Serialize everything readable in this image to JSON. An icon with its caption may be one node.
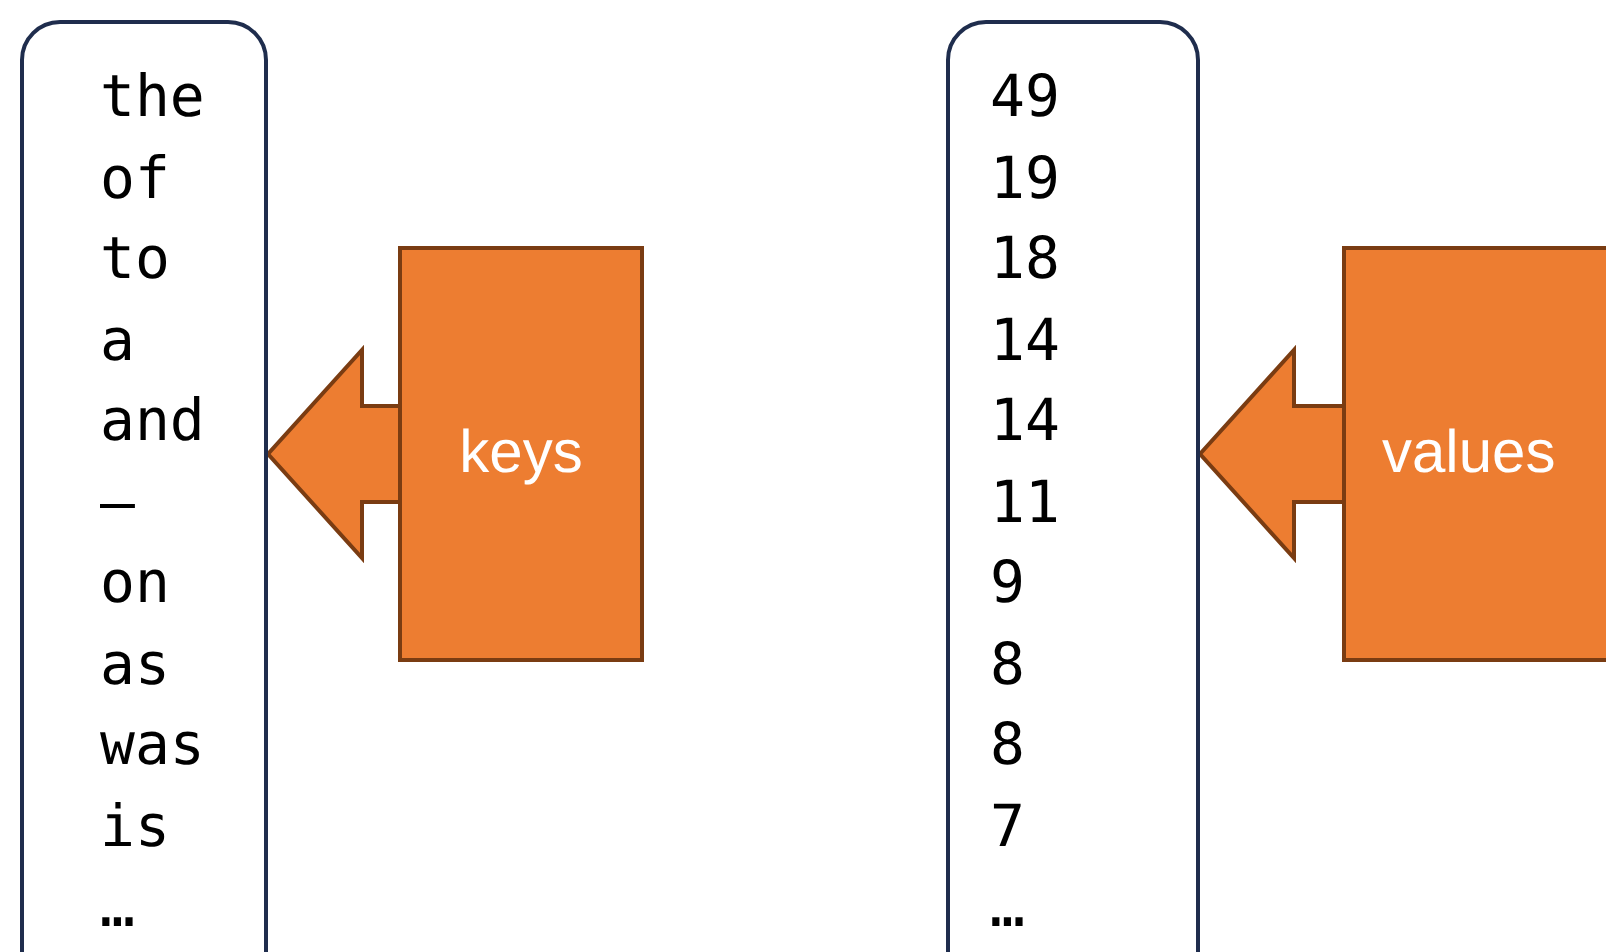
{
  "diagram": {
    "nodes": [
      {
        "text": [
          "the",
          "of",
          "to",
          "a",
          "and",
          "–",
          "on",
          "as",
          "was",
          "is",
          "…"
        ]
      },
      {
        "text": [
          "keys"
        ]
      },
      {
        "text": [
          "49",
          "19",
          "18",
          "14",
          "14",
          "11",
          "9",
          "8",
          "8",
          "7",
          "…"
        ]
      },
      {
        "text": [
          "values"
        ]
      }
    ],
    "edges": [
      {
        "from": 1,
        "to": 0,
        "arrow": "to",
        "style": "thick",
        "color": "#ed7d31"
      },
      {
        "from": 3,
        "to": 2,
        "arrow": "to",
        "style": "thick",
        "color": "#ed7d31"
      }
    ]
  }
}
